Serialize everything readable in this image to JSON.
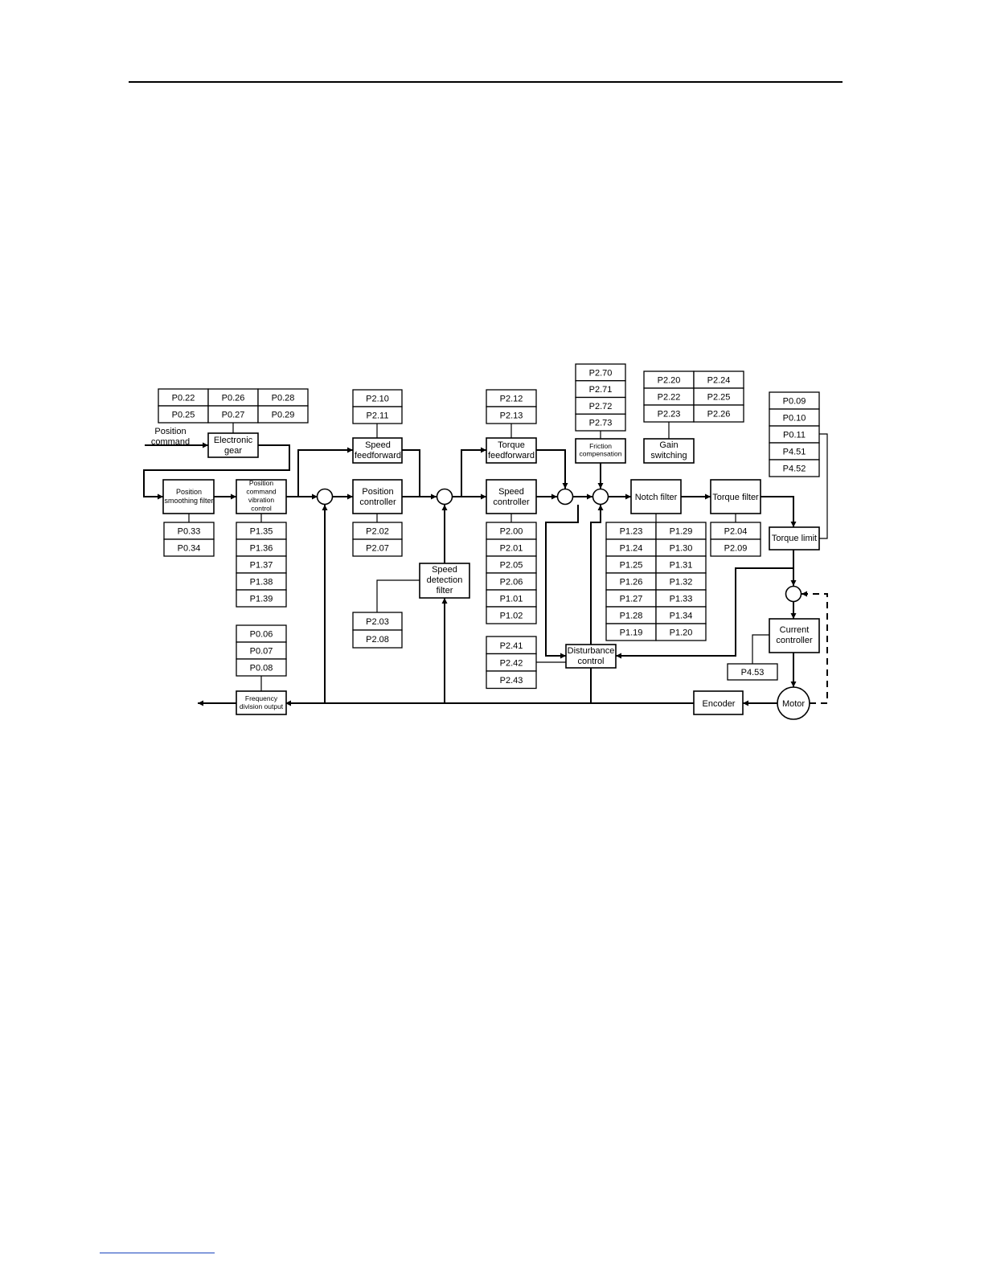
{
  "params": {
    "gear_row1": [
      "P0.22",
      "P0.26",
      "P0.28"
    ],
    "gear_row2": [
      "P0.25",
      "P0.27",
      "P0.29"
    ],
    "speed_ff": [
      "P2.10",
      "P2.11"
    ],
    "torque_ff": [
      "P2.12",
      "P2.13"
    ],
    "friction": [
      "P2.70",
      "P2.71",
      "P2.72",
      "P2.73"
    ],
    "gain_col1": [
      "P2.20",
      "P2.22",
      "P2.23"
    ],
    "gain_col2": [
      "P2.24",
      "P2.25",
      "P2.26"
    ],
    "torque_limit": [
      "P0.09",
      "P0.10",
      "P0.11",
      "P4.51",
      "P4.52"
    ],
    "smoothing": [
      "P0.33",
      "P0.34"
    ],
    "vibration": [
      "P1.35",
      "P1.36",
      "P1.37",
      "P1.38",
      "P1.39"
    ],
    "position_ctrl": [
      "P2.02",
      "P2.07"
    ],
    "speed_ctrl": [
      "P2.00",
      "P2.01",
      "P2.05",
      "P2.06",
      "P1.01",
      "P1.02"
    ],
    "notch_col1": [
      "P1.23",
      "P1.24",
      "P1.25",
      "P1.26",
      "P1.27",
      "P1.28",
      "P1.19"
    ],
    "notch_col2": [
      "P1.29",
      "P1.30",
      "P1.31",
      "P1.32",
      "P1.33",
      "P1.34",
      "P1.20"
    ],
    "torque_filter": [
      "P2.04",
      "P2.09"
    ],
    "speed_detect": [
      "P2.03",
      "P2.08"
    ],
    "freq_div": [
      "P0.06",
      "P0.07",
      "P0.08"
    ],
    "disturbance": [
      "P2.41",
      "P2.42",
      "P2.43"
    ],
    "current_ctrl": [
      "P4.53"
    ]
  },
  "labels": {
    "position_command": [
      "Position",
      "command"
    ],
    "electronic_gear": [
      "Electronic",
      "gear"
    ],
    "position_smoothing_filter": [
      "Position",
      "smoothing filter"
    ],
    "vibration_control": [
      "Position",
      "command",
      "vibration",
      "control"
    ],
    "speed_feedforward": [
      "Speed",
      "feedforward"
    ],
    "position_controller": [
      "Position",
      "controller"
    ],
    "torque_feedforward": [
      "Torque",
      "feedforward"
    ],
    "speed_controller": [
      "Speed",
      "controller"
    ],
    "friction_compensation": [
      "Friction",
      "compensation"
    ],
    "gain_switching": [
      "Gain",
      "switching"
    ],
    "notch_filter": "Notch filter",
    "torque_filter": "Torque filter",
    "torque_limit": "Torque limit",
    "speed_detection_filter": [
      "Speed",
      "detection",
      "filter"
    ],
    "disturbance_control": [
      "Disturbance",
      "control"
    ],
    "current_controller": [
      "Current",
      "controller"
    ],
    "frequency_division_output": [
      "Frequency",
      "division output"
    ],
    "encoder": "Encoder",
    "motor": "Motor"
  }
}
